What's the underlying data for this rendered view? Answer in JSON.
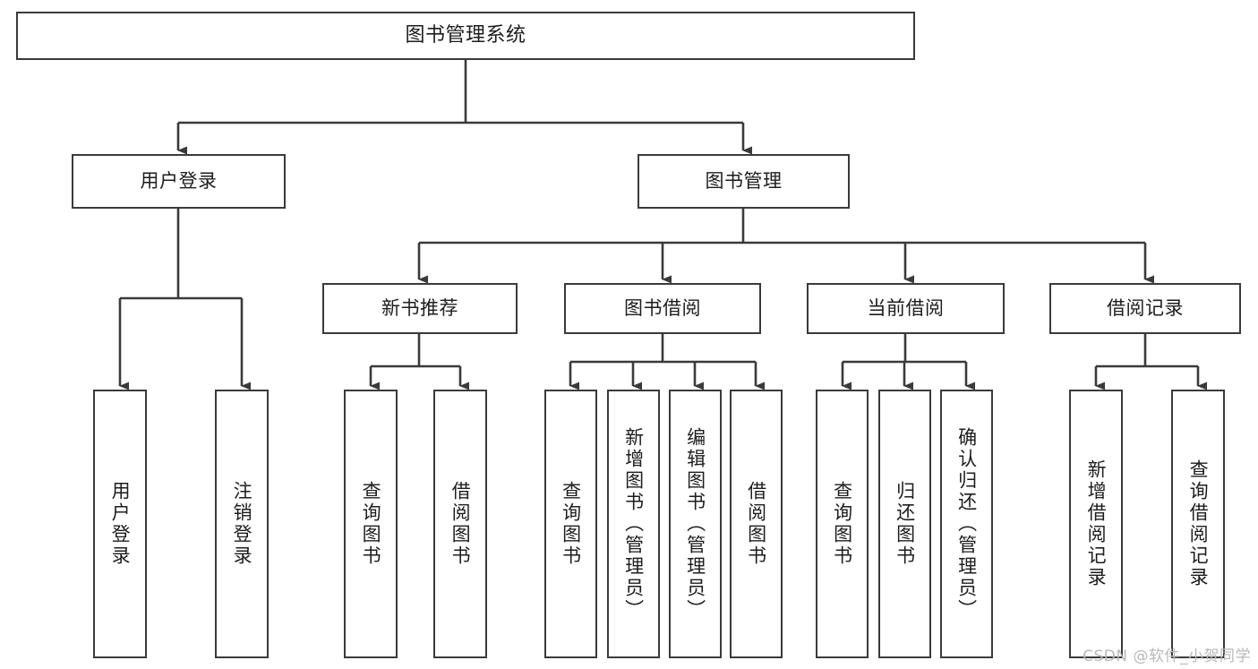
{
  "diagram": {
    "title": "图书管理系统",
    "type": "tree",
    "watermark": "CSDN @软件_小贺同学",
    "colors": {
      "stroke": "#3a3a3a",
      "text": "#1d1d1d",
      "background": "#ffffff",
      "watermark": "#b9b9b9"
    },
    "levels": {
      "root": {
        "label": "图书管理系统"
      },
      "level2": [
        {
          "label": "用户登录"
        },
        {
          "label": "图书管理"
        }
      ],
      "level3": [
        {
          "label": "新书推荐"
        },
        {
          "label": "图书借阅"
        },
        {
          "label": "当前借阅"
        },
        {
          "label": "借阅记录"
        }
      ]
    },
    "leaves": {
      "user_login": [
        {
          "label": "用户登录"
        },
        {
          "label": "注销登录"
        }
      ],
      "new_book_recommend": [
        {
          "label": "查询图书"
        },
        {
          "label": "借阅图书"
        }
      ],
      "book_borrow": [
        {
          "label": "查询图书"
        },
        {
          "label": "新增图书（管理员）"
        },
        {
          "label": "编辑图书（管理员）"
        },
        {
          "label": "借阅图书"
        }
      ],
      "current_borrow": [
        {
          "label": "查询图书"
        },
        {
          "label": "归还图书"
        },
        {
          "label": "确认归还（管理员）"
        }
      ],
      "borrow_record": [
        {
          "label": "新增借阅记录"
        },
        {
          "label": "查询借阅记录"
        }
      ]
    }
  }
}
